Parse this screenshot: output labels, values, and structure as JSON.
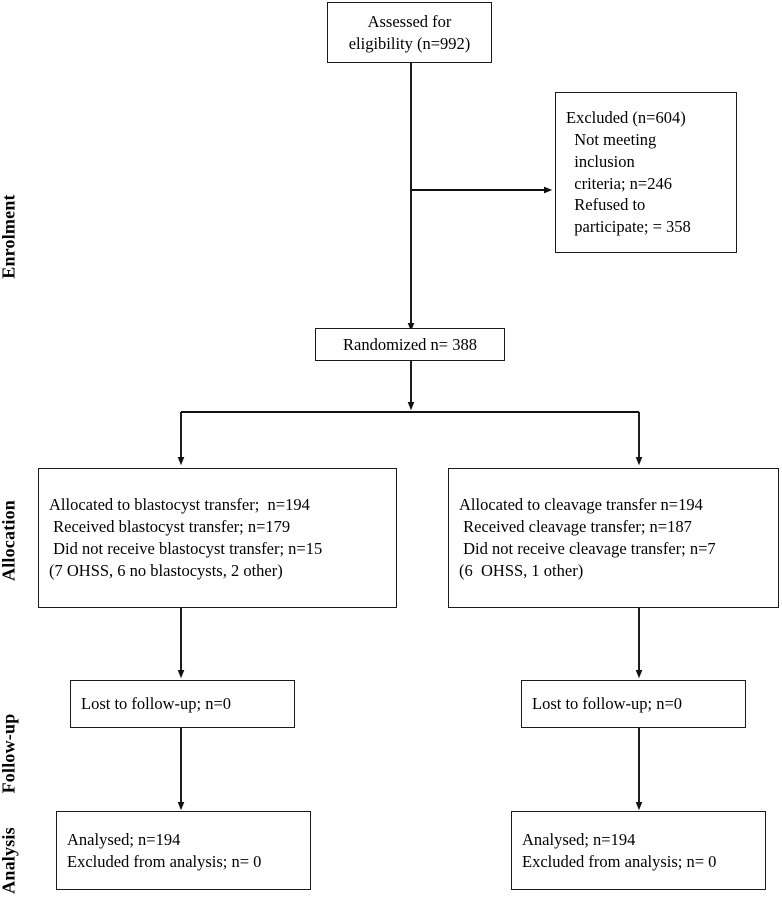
{
  "figure": {
    "type": "consort-flow-diagram",
    "stage_labels": [
      {
        "id": "enrolment",
        "text": "Enrolment"
      },
      {
        "id": "allocation",
        "text": "Allocation"
      },
      {
        "id": "follow-up",
        "text": "Follow-up"
      },
      {
        "id": "analysis",
        "text": "Analysis"
      }
    ],
    "nodes": {
      "assessed": {
        "lines": [
          "Assessed for",
          "eligibility (n=992)"
        ]
      },
      "excluded": {
        "lines": [
          "Excluded (n=604)",
          "  Not meeting",
          "  inclusion",
          "  criteria; n=246",
          "  Refused to",
          "  participate; = 358"
        ]
      },
      "randomized": {
        "lines": [
          "Randomized n= 388"
        ]
      },
      "allocated_blastocyst": {
        "lines": [
          "Allocated to blastocyst transfer;  n=194",
          " Received blastocyst transfer; n=179",
          " Did not receive blastocyst transfer; n=15",
          "(7 OHSS, 6 no blastocysts, 2 other)"
        ]
      },
      "allocated_cleavage": {
        "lines": [
          "Allocated to cleavage transfer n=194",
          " Received cleavage transfer; n=187",
          " Did not receive cleavage transfer; n=7",
          "(6  OHSS, 1 other)"
        ]
      },
      "lost_left": {
        "lines": [
          "Lost to follow-up; n=0"
        ]
      },
      "lost_right": {
        "lines": [
          "Lost to follow-up; n=0"
        ]
      },
      "analysed_left": {
        "lines": [
          "Analysed; n=194",
          "Excluded from analysis; n= 0"
        ]
      },
      "analysed_right": {
        "lines": [
          "Analysed; n=194",
          "Excluded from analysis; n= 0"
        ]
      }
    },
    "colors": {
      "stroke": "#1a1a1a",
      "background": "#ffffff",
      "text": "#000000"
    }
  }
}
